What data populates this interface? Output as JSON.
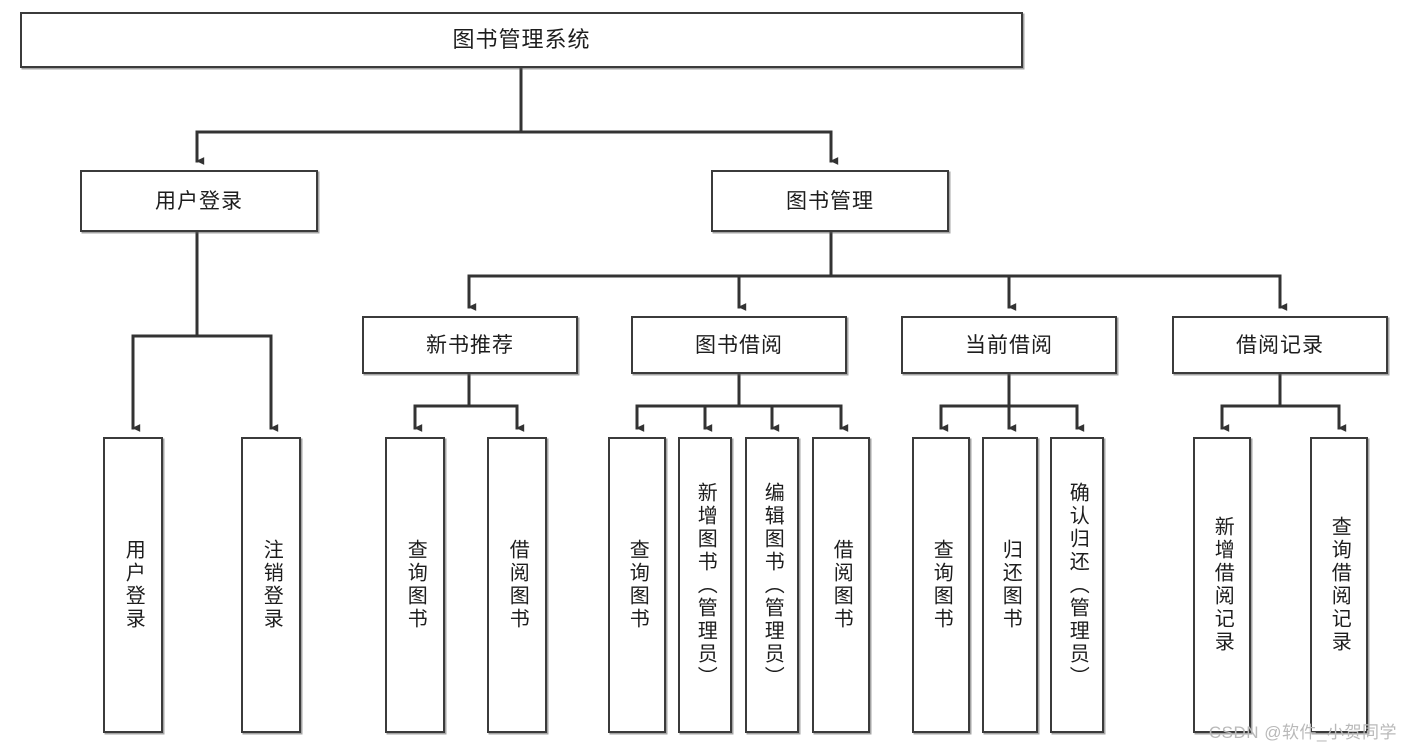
{
  "diagram": {
    "title": "图书管理系统",
    "type": "tree-hierarchy-chart",
    "colors": {
      "box_border": "#3b3b3b",
      "box_fill": "#ffffff",
      "connector": "#333333",
      "text": "#1d1d1d",
      "watermark": "#b9b9b9"
    },
    "root": {
      "label": "图书管理系统"
    },
    "level2": [
      {
        "label": "用户登录"
      },
      {
        "label": "图书管理"
      }
    ],
    "level3": [
      {
        "label": "新书推荐"
      },
      {
        "label": "图书借阅"
      },
      {
        "label": "当前借阅"
      },
      {
        "label": "借阅记录"
      }
    ],
    "leaves": {
      "user_login": [
        {
          "label": "用户登录"
        },
        {
          "label": "注销登录"
        }
      ],
      "new_book_recommend": [
        {
          "label": "查询图书"
        },
        {
          "label": "借阅图书"
        }
      ],
      "book_borrow": [
        {
          "label": "查询图书"
        },
        {
          "label": "新增图书（管理员）"
        },
        {
          "label": "编辑图书（管理员）"
        },
        {
          "label": "借阅图书"
        }
      ],
      "current_borrow": [
        {
          "label": "查询图书"
        },
        {
          "label": "归还图书"
        },
        {
          "label": "确认归还（管理员）"
        }
      ],
      "borrow_record": [
        {
          "label": "新增借阅记录"
        },
        {
          "label": "查询借阅记录"
        }
      ]
    }
  },
  "watermark": {
    "text": "CSDN @软件_小贺同学"
  }
}
